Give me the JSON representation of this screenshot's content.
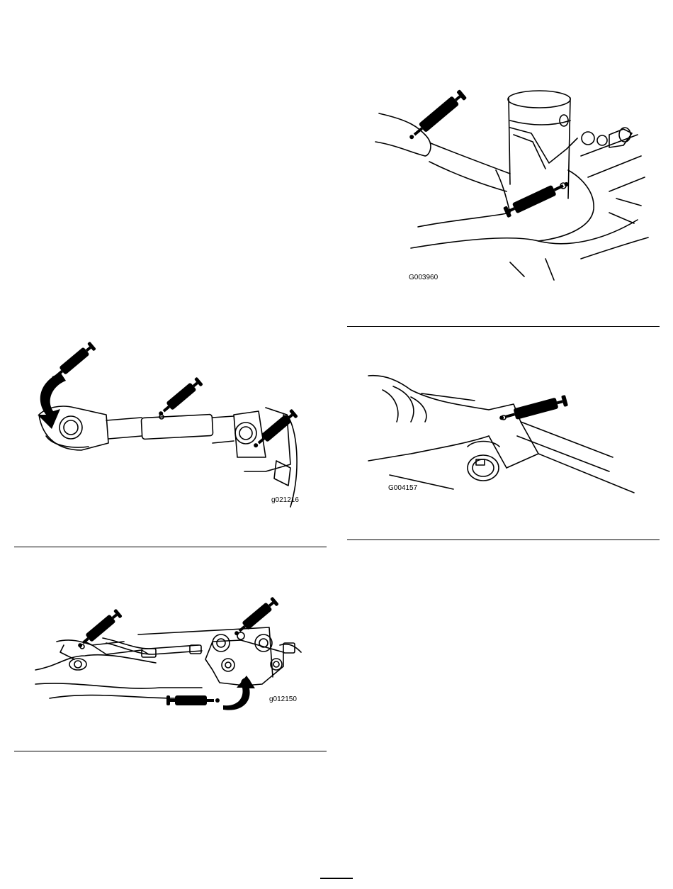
{
  "figures": {
    "driveshaft": {
      "code": "g021216",
      "grease_guns": 3,
      "rotation_arrows": 1
    },
    "caster_fork": {
      "code": "G003960",
      "grease_guns": 2,
      "rotation_arrows": 0
    },
    "pivot_tube": {
      "code": "G004157",
      "grease_guns": 1,
      "rotation_arrows": 0
    },
    "linkage_bracket": {
      "code": "g012150",
      "grease_guns": 3,
      "rotation_arrows": 1
    }
  },
  "icons": {
    "grease_gun": "grease-gun-icon",
    "rotation_arrow": "curved-arrow-icon"
  },
  "colors": {
    "ink": "#000000",
    "paper": "#ffffff"
  }
}
